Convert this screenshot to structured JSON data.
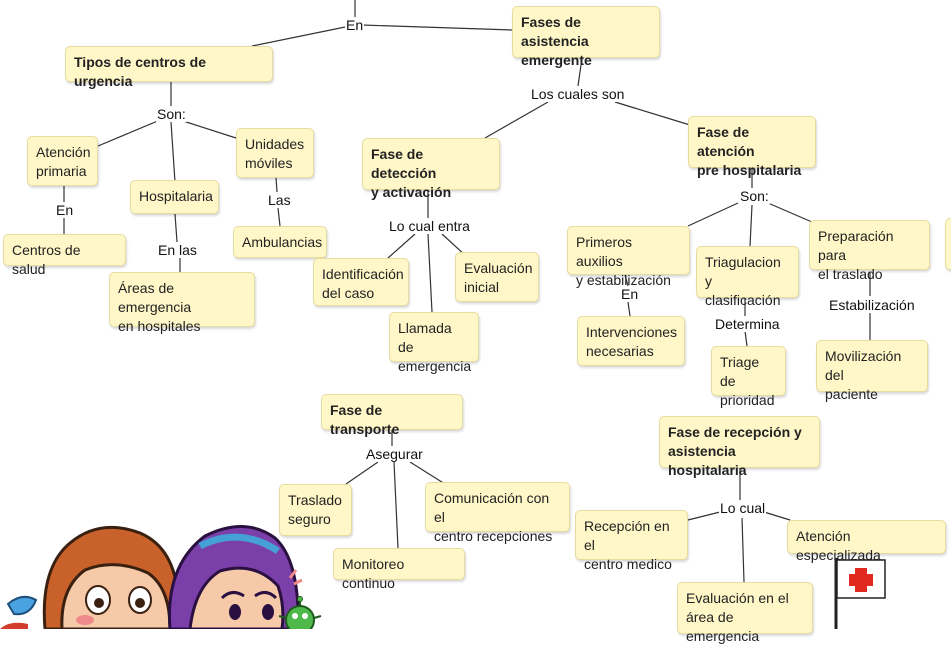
{
  "nodes": {
    "fases_asistencia": "Fases de asistencia\nemergente",
    "tipos_centros": "Tipos de centros de urgencia",
    "atencion_primaria": "Atención\nprimaria",
    "hospitalaria": "Hospitalaria",
    "unidades_moviles": "Unidades\nmóviles",
    "centros_salud": "Centros de salud",
    "areas_emergencia": "Áreas de emergencia\nen hospitales",
    "ambulancias": "Ambulancias",
    "fase_deteccion": "Fase de detección\ny activación",
    "identificacion": "Identificación\ndel caso",
    "evaluacion_inicial": "Evaluación\ninicial",
    "llamada": "Llamada de\nemergencia",
    "fase_prehospitalaria": "Fase de atención\npre hospitalaria",
    "primeros_auxilios": "Primeros auxilios\ny estabilización",
    "triagulacion": "Triagulacion y\nclasificación",
    "preparacion": "Preparación para\nel traslado",
    "intervenciones": "Intervenciones\nnecesarias",
    "triage": "Triage de\nprioridad",
    "movilizacion": "Movilización del\npaciente",
    "fase_transporte": "Fase de transporte",
    "traslado_seguro": "Traslado\nseguro",
    "comunicacion": "Comunicación con el\ncentro recepciones",
    "monitoreo": "Monitoreo continuo",
    "fase_recepcion": "Fase de recepción y\nasistencia hospitalaria",
    "recepcion": "Recepción en el\ncentro medico",
    "atencion_especializada": "Atención especializada",
    "evaluacion_area": "Evaluación en el\nárea de emergencia"
  },
  "labels": {
    "en_top": "En",
    "son_1": "Son:",
    "los_cuales_son": "Los cuales son",
    "en_1": "En",
    "las": "Las",
    "en_las": "En las",
    "lo_cual_entra": "Lo cual entra",
    "son_2": "Son:",
    "en_2": "En",
    "determina": "Determina",
    "estabilizacion": "Estabilización",
    "asegurar": "Asegurar",
    "lo_cual": "Lo cual"
  },
  "colors": {
    "node_fill": "#fff7c8",
    "node_border": "#e6dca0",
    "line": "#333333"
  },
  "icons": [
    "cartoon-boy-icon",
    "cartoon-girl-icon",
    "virus-icon",
    "medical-flag-icon"
  ]
}
